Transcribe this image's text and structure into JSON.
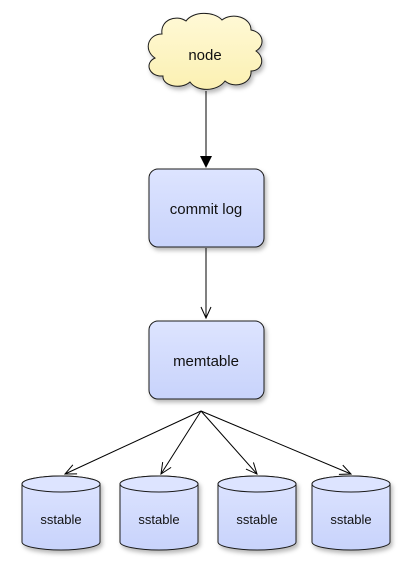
{
  "diagram": {
    "nodes": {
      "node": "node",
      "commit_log": "commit log",
      "memtable": "memtable",
      "sstables": [
        "sstable",
        "sstable",
        "sstable",
        "sstable"
      ]
    }
  }
}
